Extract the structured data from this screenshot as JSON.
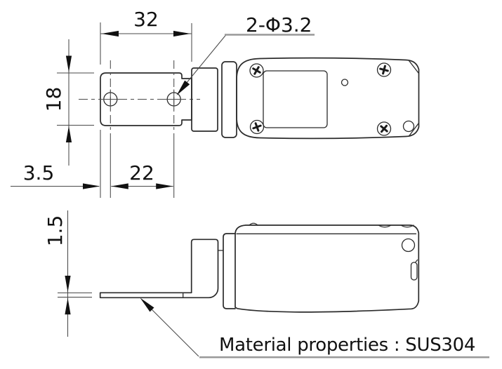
{
  "drawing": {
    "type": "engineering-drawing",
    "material_note": "Material properties : SUS304",
    "callouts": {
      "hole_callout": "2-Φ3.2"
    },
    "dimensions": {
      "bracket_width": "32",
      "bracket_height": "18",
      "hole_edge_offset": "3.5",
      "hole_spacing": "22",
      "plate_thickness": "1.5"
    },
    "colors": {
      "outline": "#2b2b2b",
      "dimension": "#4a4a4a",
      "underline": "#999999",
      "background": "#ffffff"
    }
  }
}
